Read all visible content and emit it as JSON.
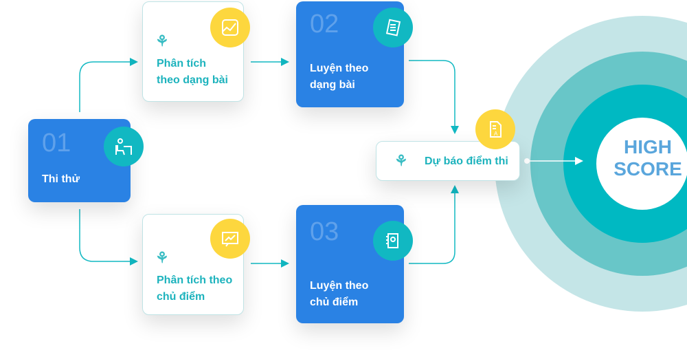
{
  "steps": [
    {
      "num": "01",
      "label": "Thi thử",
      "icon": "test-taker-icon"
    },
    {
      "label_1": "Phân tích",
      "label_2": "theo dạng bài",
      "icon": "chart-icon"
    },
    {
      "num": "02",
      "label_1": "Luyện theo",
      "label_2": "dạng bài",
      "icon": "documents-icon"
    },
    {
      "label_1": "Phân tích theo",
      "label_2": "chủ điểm",
      "icon": "analytics-icon"
    },
    {
      "num": "03",
      "label_1": "Luyện theo",
      "label_2": "chủ điểm",
      "icon": "notebook-icon"
    },
    {
      "label": "Dự báo điểm thi",
      "icon": "grade-document-icon"
    }
  ],
  "target": {
    "line1": "HIGH",
    "line2": "SCORE"
  },
  "colors": {
    "blue": "#2a82e4",
    "teal": "#11b8c2",
    "yellow": "#fdd73e",
    "score": "#5aa6dc"
  }
}
